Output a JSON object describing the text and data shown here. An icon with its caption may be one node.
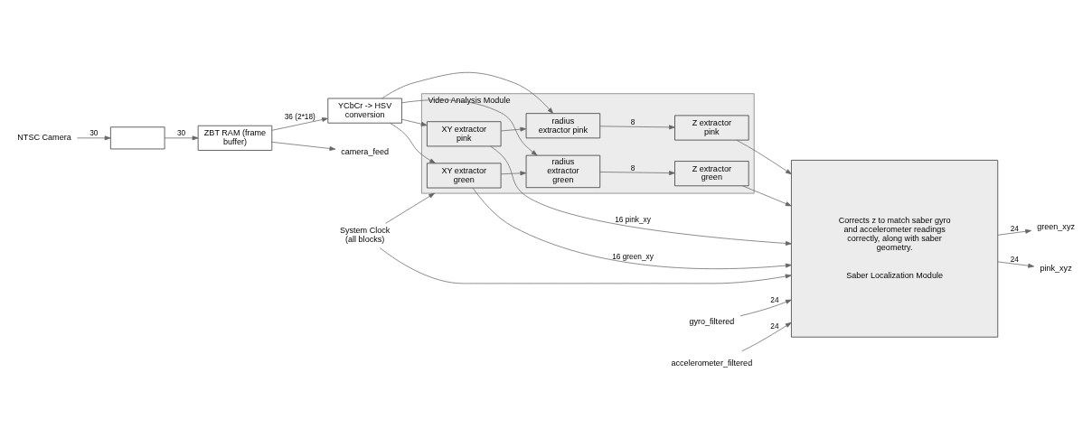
{
  "diagram": {
    "nodes": [
      {
        "text": [
          "NTSC Camera"
        ]
      },
      {
        "text": [],
        "shape": "box"
      },
      {
        "text": [
          "ZBT RAM (frame buffer)"
        ]
      },
      {
        "text": [
          "YCbCr -> HSV conversion"
        ]
      },
      {
        "text": [
          "camera_feed"
        ]
      },
      {
        "text": [
          "System Clock (all blocks)"
        ]
      },
      {
        "text": [
          "Video Analysis Module"
        ]
      },
      {
        "text": [
          "XY extractor green"
        ],
        "in": 6
      },
      {
        "text": [
          "radius extractor green"
        ],
        "in": 6
      },
      {
        "text": [
          "Z extractor green"
        ],
        "in": 6
      },
      {
        "text": [
          "XY extractor pink"
        ],
        "in": 6
      },
      {
        "text": [
          "radius extractor pink"
        ],
        "in": 6
      },
      {
        "text": [
          "Z extractor pink"
        ],
        "in": 6
      },
      {
        "text": [
          "gyro_filtered"
        ]
      },
      {
        "text": [
          "accelerometer_filtered"
        ]
      },
      {
        "text": [
          "Corrects z to match saber gyro and accelerometer readings correctly, along with saber geometry.",
          "Saber Localization Module"
        ]
      },
      {
        "text": [
          "green_xyz"
        ]
      },
      {
        "text": [
          "pink_xyz"
        ]
      }
    ],
    "edges": [
      {
        "from": 0,
        "to": 1,
        "arrow": "to",
        "label": "30"
      },
      {
        "from": 1,
        "to": 2,
        "arrow": "to",
        "label": "30"
      },
      {
        "from": 2,
        "to": 3,
        "arrow": "to",
        "label": "36 (2*18)"
      },
      {
        "from": 2,
        "to": 4,
        "arrow": "to"
      },
      {
        "from": 5,
        "to": 6,
        "arrow": "to"
      },
      {
        "from": 5,
        "to": 15,
        "arrow": "to"
      },
      {
        "from": 3,
        "to": 7,
        "arrow": "to"
      },
      {
        "from": 3,
        "to": 10,
        "arrow": "to"
      },
      {
        "from": 3,
        "to": 8,
        "arrow": "to"
      },
      {
        "from": 3,
        "to": 11,
        "arrow": "to"
      },
      {
        "from": 7,
        "to": 8,
        "arrow": "to"
      },
      {
        "from": 10,
        "to": 11,
        "arrow": "to"
      },
      {
        "from": 8,
        "to": 9,
        "arrow": "to",
        "label": "8"
      },
      {
        "from": 11,
        "to": 12,
        "arrow": "to",
        "label": "8"
      },
      {
        "from": 7,
        "to": 15,
        "arrow": "to",
        "label": "16 green_xy"
      },
      {
        "from": 9,
        "to": 15,
        "arrow": "to"
      },
      {
        "from": 12,
        "to": 15,
        "arrow": "to"
      },
      {
        "from": 10,
        "to": 15,
        "arrow": "to",
        "label": "16 pink_xy"
      },
      {
        "from": 13,
        "to": 15,
        "arrow": "to",
        "label": "24"
      },
      {
        "from": 14,
        "to": 15,
        "arrow": "to",
        "label": "24"
      },
      {
        "from": 15,
        "to": 16,
        "arrow": "to",
        "label": "24"
      },
      {
        "from": 15,
        "to": 17,
        "arrow": "to",
        "label": "24"
      }
    ]
  }
}
